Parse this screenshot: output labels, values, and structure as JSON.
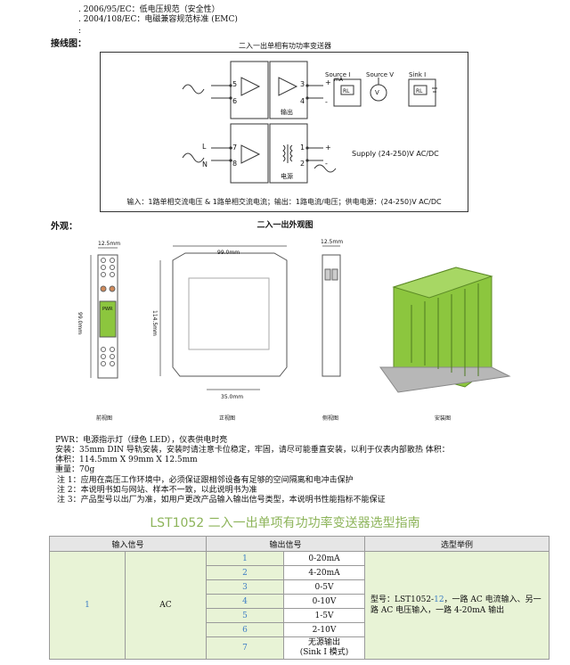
{
  "standards": [
    "2006/95/EC：低电压规范（安全性）",
    "2004/108/EC：电磁兼容规范标准 (EMC)"
  ],
  "colon_mark": ":",
  "wiring": {
    "label": "接线图：",
    "title": "二入一出单相有功功率变送器",
    "terminals_top_left": [
      "5",
      "6"
    ],
    "terminals_top_right": [
      "3",
      "4"
    ],
    "terminals_bottom_left": [
      "7",
      "8"
    ],
    "terminals_bottom_right": [
      "1",
      "2"
    ],
    "output_label": "输出",
    "power_label": "电源",
    "line_L": "L",
    "line_N": "N",
    "source_i": "Source I",
    "source_v": "Source V",
    "sink_i": "Sink I",
    "rl_label": "RL",
    "ma_label": "mA",
    "v_label": "V",
    "plus": "+",
    "minus": "-",
    "supply_text": "Supply  (24-250)V AC/DC",
    "footer": "输入：1路单相交流电压 & 1路单相交流电流；输出：1路电流/电压；供电电源：(24-250)V AC/DC"
  },
  "appearance": {
    "label": "外观：",
    "title": "二入一出外观图",
    "dim_width": "12.5mm",
    "dim_height_front": "99.0mm",
    "dim_depth": "99.0mm",
    "dim_height_side": "114.5mm",
    "dim_rail": "35.0mm",
    "dim_width_side": "12.5mm",
    "caption_front": "前视图",
    "caption_side_view": "正视图",
    "caption_lateral": "侧视图",
    "caption_install": "安装图",
    "led_label": "PWR"
  },
  "specs": {
    "pwr": "PWR：电源指示灯（绿色 LED），仪表供电时亮",
    "install": "安装：35mm DIN 导轨安装，安装时请注意卡位稳定，牢固，请尽可能垂直安装，以利于仪表内部散热 体积：",
    "volume": "体积：114.5mm X 99mm X 12.5mm",
    "weight": "重量：70g"
  },
  "notes": [
    "注 1：应用在高压工作环境中，必须保证跟相邻设备有足够的空间隔离和电冲击保护",
    "注 2：本说明书如与网站、样本不一致，以此说明书为准",
    "注 3：产品型号以出厂为准，如用户更改产品输入输出信号类型，本说明书性能指标不能保证"
  ],
  "guide": {
    "title": "LST1052 二入一出单项有功功率变送器选型指南",
    "headers": [
      "输入信号",
      "输出信号",
      "选型举例"
    ],
    "input_code": "1",
    "input_type": "AC",
    "outputs": [
      {
        "code": "1",
        "value": "0-20mA"
      },
      {
        "code": "2",
        "value": "4-20mA"
      },
      {
        "code": "3",
        "value": "0-5V"
      },
      {
        "code": "4",
        "value": "0-10V"
      },
      {
        "code": "5",
        "value": "1-5V"
      },
      {
        "code": "6",
        "value": "2-10V"
      },
      {
        "code": "7",
        "value": "无源输出",
        "value2": "(Sink I 模式)"
      }
    ],
    "example_prefix": "型号：LST1052-",
    "example_code": "12",
    "example_rest": "，一路 AC 电流输入、另一路 AC 电压输入，一路 4-20mA 输出"
  },
  "colors": {
    "title_green": "#8db45a",
    "code_blue": "#3b7bc4",
    "module_green": "#8cc63e",
    "table_green": "#e8f3d6"
  }
}
